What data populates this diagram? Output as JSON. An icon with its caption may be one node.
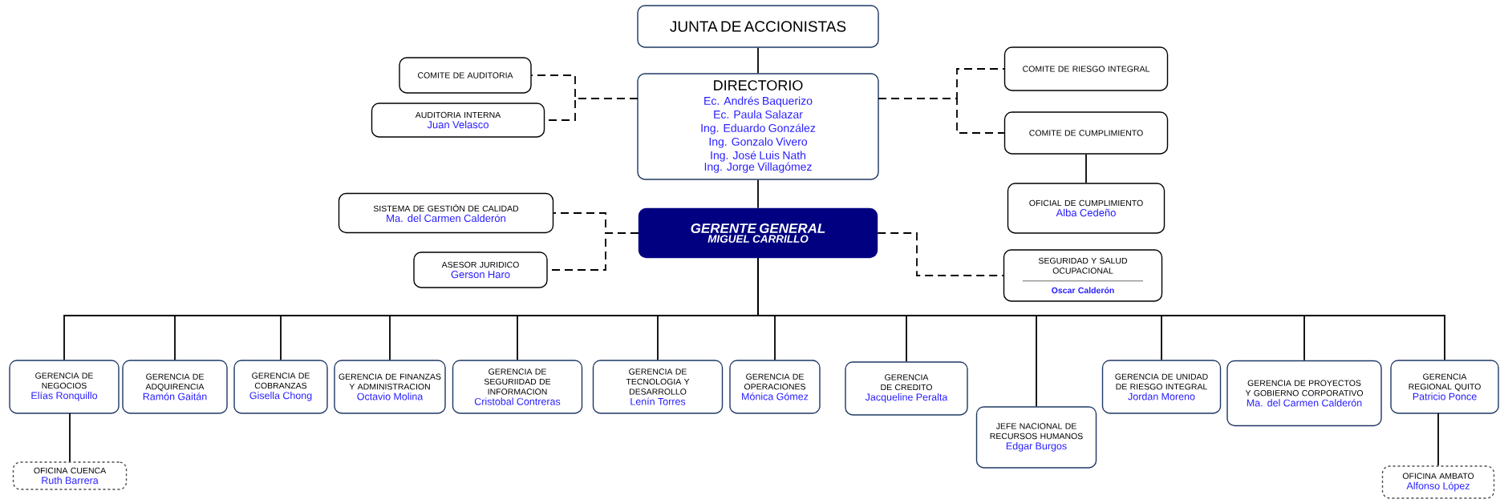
{
  "diagram": {
    "nodes": [
      {
        "text": [
          "JUNTA DE ACCIONISTAS"
        ]
      },
      {
        "text": [
          "DIRECTORIO",
          "Ec. Andrés Baquerizo",
          "Ec. Paula Salazar",
          "Ing. Eduardo González",
          "Ing. Gonzalo Vivero",
          "Ing. José Luis Nath",
          "Ing. Jorge Villagómez"
        ]
      },
      {
        "text": [
          "COMITE DE AUDITORIA"
        ]
      },
      {
        "text": [
          "AUDITORIA INTERNA",
          "Juan Velasco"
        ]
      },
      {
        "text": [
          "COMITE DE  RIESGO INTEGRAL"
        ]
      },
      {
        "text": [
          "COMITE DE CUMPLIMIENTO"
        ]
      },
      {
        "text": [
          "OFICIAL DE CUMPLIMIENTO",
          "Alba Cedeño"
        ]
      },
      {
        "text": [
          "SISTEMA DE GESTIÓN DE CALIDAD",
          "Ma. del  Carmen Calderón"
        ]
      },
      {
        "text": [
          "GERENTE GENERAL",
          "MIGUEL CARRILLO"
        ]
      },
      {
        "text": [
          "ASESOR JURIDICO",
          "Gerson Haro"
        ]
      },
      {
        "text": [
          "SEGURIDAD Y SALUD OCUPACIONAL",
          "Oscar Calderón"
        ]
      },
      {
        "text": [
          "GERENCIA DE NEGOCIOS",
          "Elías Ronquillo"
        ]
      },
      {
        "text": [
          "GERENCIA DE ADQUIRENCIA",
          "Ramón Gaitán"
        ]
      },
      {
        "text": [
          "GERENCIA DE COBRANZAS",
          "Gisella Chong"
        ]
      },
      {
        "text": [
          "GERENCIA DE FINANZAS Y ADMINISTRACION",
          "Octavio Molina"
        ]
      },
      {
        "text": [
          "GERENCIA DE SEGURIIDAD DE INFORMACION",
          "Cristobal Contreras"
        ]
      },
      {
        "text": [
          "GERENCIA DE TECNOLOGIA Y DESARROLLO",
          "Lenín Torres"
        ]
      },
      {
        "text": [
          "GERENCIA DE OPERACIONES",
          "Mónica Gómez"
        ]
      },
      {
        "text": [
          "GERENCIA DE CREDITO",
          "Jacqueline Peralta"
        ]
      },
      {
        "text": [
          "JEFE NACIONAL DE RECURSOS HUMANOS",
          "Edgar Burgos"
        ]
      },
      {
        "text": [
          "GERENCIA DE UNIDAD DE RIESGO INTEGRAL",
          "Jordan Moreno"
        ]
      },
      {
        "text": [
          "GERENCIA DE PROYECTOS Y GOBIERNO CORPORATIVO",
          "Ma. del  Carmen Calderón"
        ]
      },
      {
        "text": [
          "GERENCIA REGIONAL QUITO",
          "Patricio Ponce"
        ]
      },
      {
        "text": [
          "OFICINA CUENCA",
          "Ruth Barrera"
        ]
      },
      {
        "text": [
          "OFICINA AMBATO",
          "Alfonso López"
        ]
      }
    ],
    "edges": [
      {
        "from": 0,
        "to": 1,
        "arrow": "none"
      },
      {
        "from": 1,
        "to": 2,
        "arrow": "none",
        "style": "dashed"
      },
      {
        "from": 1,
        "to": 3,
        "arrow": "none",
        "style": "dashed"
      },
      {
        "from": 1,
        "to": 4,
        "arrow": "none",
        "style": "dashed"
      },
      {
        "from": 1,
        "to": 5,
        "arrow": "none",
        "style": "dashed"
      },
      {
        "from": 5,
        "to": 6,
        "arrow": "none"
      },
      {
        "from": 1,
        "to": 8,
        "arrow": "none"
      },
      {
        "from": 8,
        "to": 7,
        "arrow": "none",
        "style": "dashed"
      },
      {
        "from": 8,
        "to": 9,
        "arrow": "none",
        "style": "dashed"
      },
      {
        "from": 8,
        "to": 10,
        "arrow": "none",
        "style": "dashed"
      },
      {
        "from": 8,
        "to": 11,
        "arrow": "none"
      },
      {
        "from": 8,
        "to": 12,
        "arrow": "none"
      },
      {
        "from": 8,
        "to": 13,
        "arrow": "none"
      },
      {
        "from": 8,
        "to": 14,
        "arrow": "none"
      },
      {
        "from": 8,
        "to": 15,
        "arrow": "none"
      },
      {
        "from": 8,
        "to": 16,
        "arrow": "none"
      },
      {
        "from": 8,
        "to": 17,
        "arrow": "none"
      },
      {
        "from": 8,
        "to": 18,
        "arrow": "none"
      },
      {
        "from": 8,
        "to": 19,
        "arrow": "none"
      },
      {
        "from": 8,
        "to": 20,
        "arrow": "none"
      },
      {
        "from": 8,
        "to": 21,
        "arrow": "none"
      },
      {
        "from": 8,
        "to": 22,
        "arrow": "none"
      },
      {
        "from": 11,
        "to": 23,
        "arrow": "none"
      },
      {
        "from": 22,
        "to": 24,
        "arrow": "none"
      }
    ]
  }
}
